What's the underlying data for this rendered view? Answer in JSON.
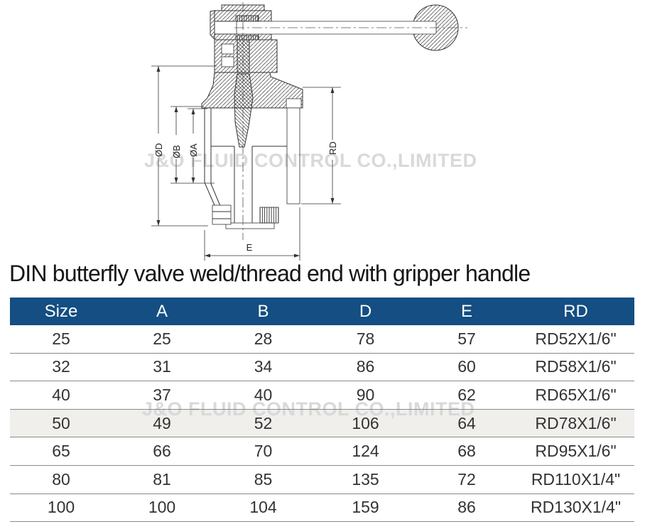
{
  "title": "DIN butterfly valve weld/thread end with gripper handle",
  "watermark": {
    "text": "J&O FLUID CONTROL CO.,LIMITED",
    "color": "#d9d9d9"
  },
  "drawing": {
    "description": "cross-section of DIN butterfly valve with gripper handle",
    "dimension_labels": {
      "d": "ØD",
      "b": "ØB",
      "a": "ØA",
      "rd": "RD",
      "e": "E"
    }
  },
  "table": {
    "columns": [
      "Size",
      "A",
      "B",
      "D",
      "E",
      "RD"
    ],
    "rows": [
      [
        "25",
        "25",
        "28",
        "78",
        "57",
        "RD52X1/6\""
      ],
      [
        "32",
        "31",
        "34",
        "86",
        "60",
        "RD58X1/6\""
      ],
      [
        "40",
        "37",
        "40",
        "90",
        "62",
        "RD65X1/6\""
      ],
      [
        "50",
        "49",
        "52",
        "106",
        "64",
        "RD78X1/6\""
      ],
      [
        "65",
        "66",
        "70",
        "124",
        "68",
        "RD95X1/6\""
      ],
      [
        "80",
        "81",
        "85",
        "135",
        "72",
        "RD110X1/4\""
      ],
      [
        "100",
        "100",
        "104",
        "159",
        "86",
        "RD130X1/4\""
      ]
    ],
    "highlight_row_index": 3,
    "colors": {
      "header_bg": "#144e82",
      "header_text": "#ffffff",
      "row_text": "#333333",
      "highlight_bg": "#f0efec",
      "border": "#8a8a8a"
    }
  }
}
